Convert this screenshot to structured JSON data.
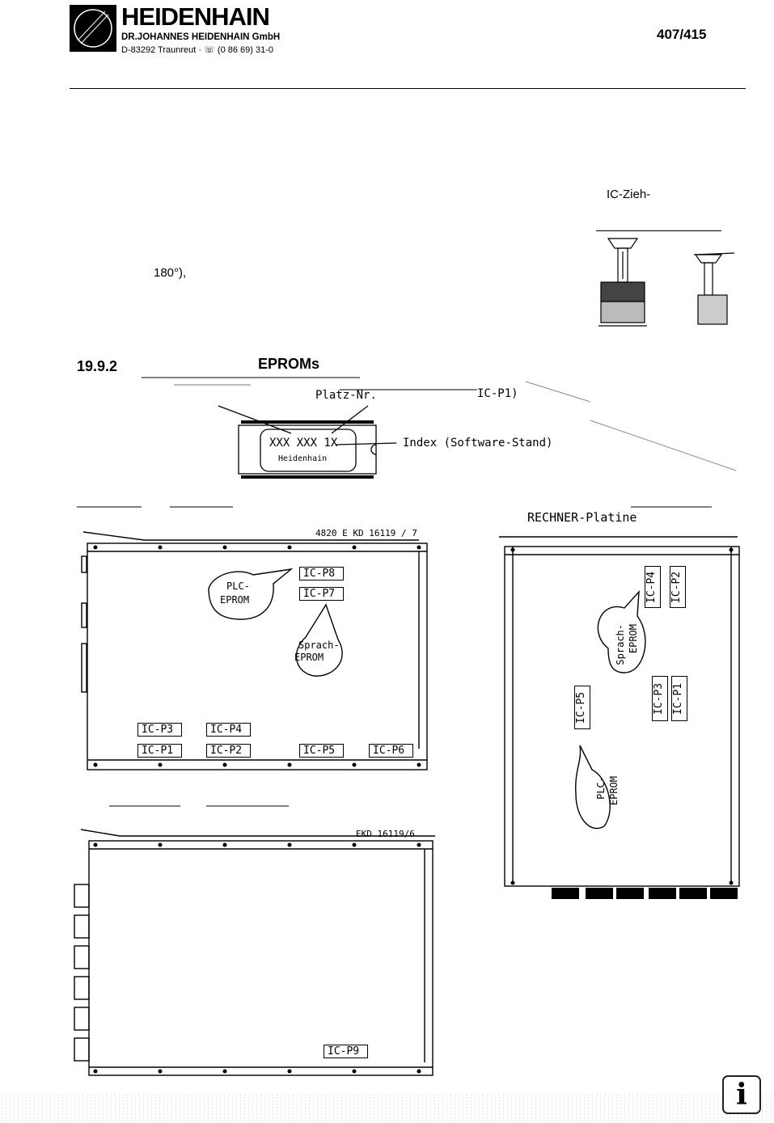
{
  "header": {
    "brand": "HEIDENHAIN",
    "company": "DR.JOHANNES HEIDENHAIN GmbH",
    "address": "D-83292 Traunreut · ☏ (0 86 69) 31-0",
    "doc_number": "407/415"
  },
  "body": {
    "tool_label": "IC-Zieh-",
    "rotation_text": "180°),",
    "section_number": "19.9.2",
    "section_title": "EPROMs"
  },
  "eprom_diagram": {
    "chip_code": "XXX XXX 1X",
    "chip_maker": "Heidenhain",
    "slot_label": "Platz-Nr.",
    "slot_example": "IC-P1)",
    "index_label": "Index (Software-Stand)"
  },
  "boards": {
    "board1_code": "4820 E KD 16119 / 7",
    "board2_code": "EKD 16119/6",
    "board3_title": "RECHNER-Platine",
    "plc_bubble_top": "PLC-",
    "plc_bubble_bottom": "EPROM",
    "sprach_bubble_top": "Sprach-",
    "sprach_bubble_bottom": "EPROM",
    "chips": {
      "p1": "IC-P1",
      "p2": "IC-P2",
      "p3": "IC-P3",
      "p4": "IC-P4",
      "p5": "IC-P5",
      "p6": "IC-P6",
      "p7": "IC-P7",
      "p8": "IC-P8",
      "p9": "IC-P9"
    }
  },
  "footer": {
    "info_icon": "i"
  }
}
